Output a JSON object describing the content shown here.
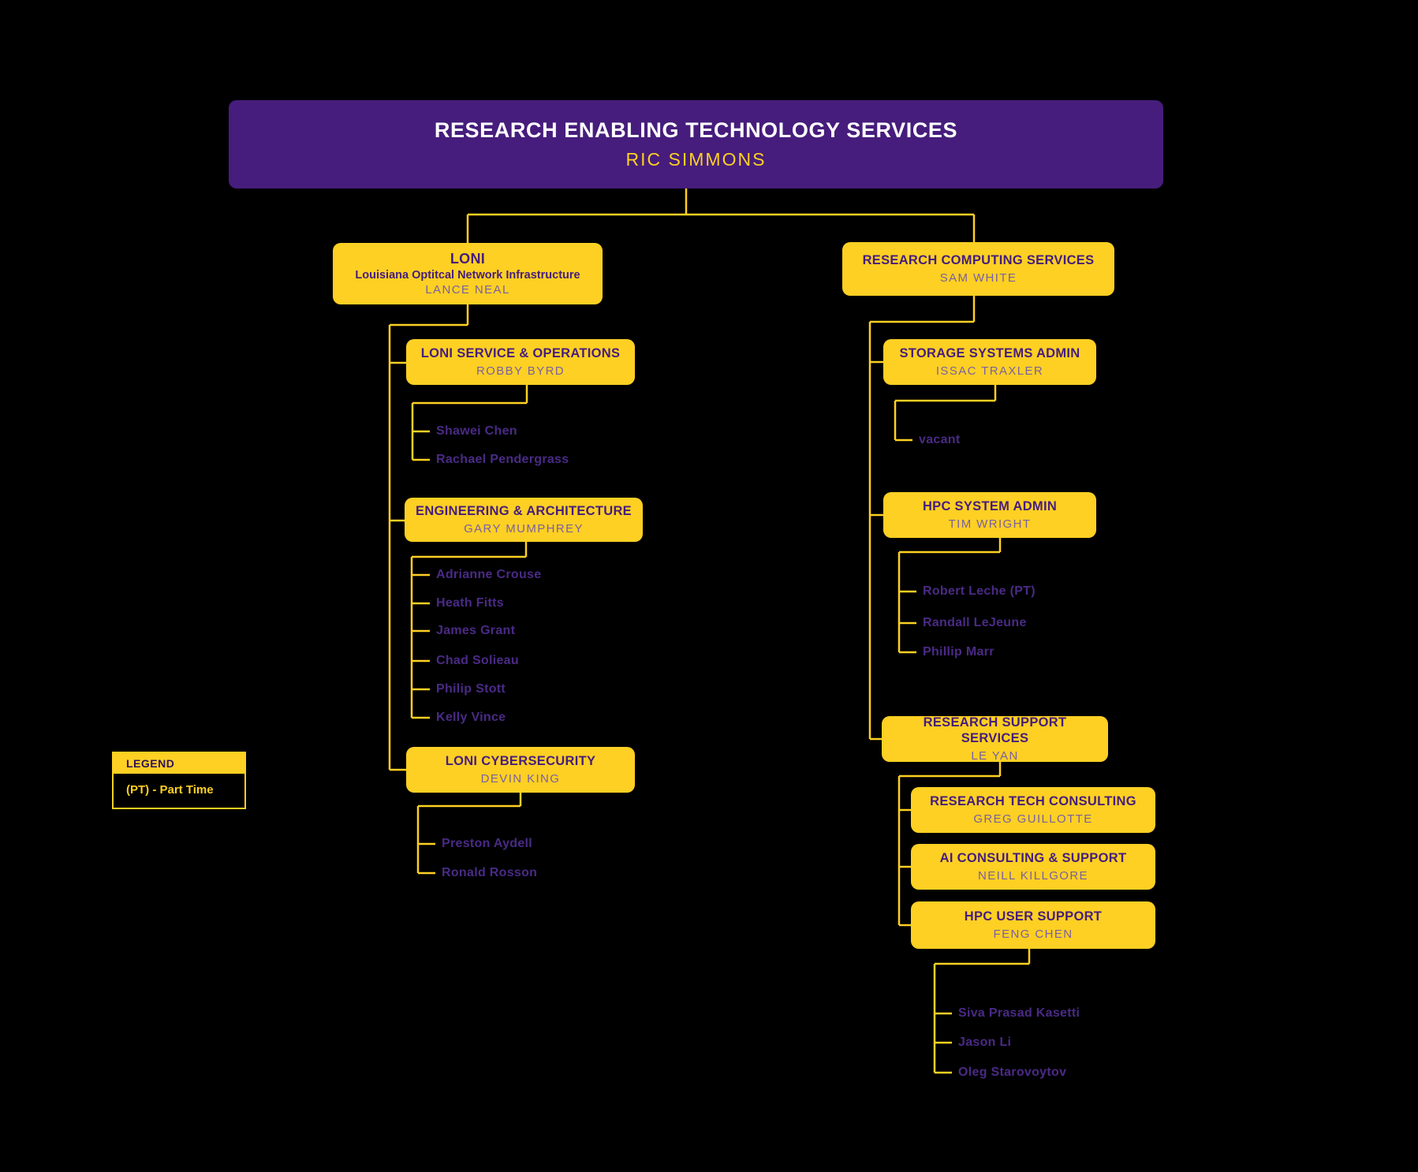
{
  "root": {
    "title": "RESEARCH ENABLING TECHNOLOGY SERVICES",
    "name": "RIC SIMMONS"
  },
  "legend": {
    "title": "LEGEND",
    "entry": "(PT) - Part Time"
  },
  "left_branch": {
    "dept": {
      "title": "LONI",
      "subtitle": "Louisiana Optitcal Network Infrastructure",
      "name": "LANCE NEAL"
    },
    "teams": [
      {
        "title": "LONI SERVICE & OPERATIONS",
        "name": "ROBBY BYRD",
        "members": [
          "Shawei Chen",
          "Rachael Pendergrass"
        ]
      },
      {
        "title": "ENGINEERING & ARCHITECTURE",
        "name": "GARY MUMPHREY",
        "members": [
          "Adrianne Crouse",
          "Heath Fitts",
          "James Grant",
          "Chad Solieau",
          "Philip Stott",
          "Kelly Vince"
        ]
      },
      {
        "title": "LONI CYBERSECURITY",
        "name": "DEVIN KING",
        "members": [
          "Preston Aydell",
          "Ronald Rosson"
        ]
      }
    ]
  },
  "right_branch": {
    "dept": {
      "title": "RESEARCH COMPUTING SERVICES",
      "name": "SAM WHITE"
    },
    "teams": [
      {
        "title": "STORAGE SYSTEMS ADMIN",
        "name": "ISSAC TRAXLER",
        "members": [
          "vacant"
        ]
      },
      {
        "title": "HPC SYSTEM ADMIN",
        "name": "TIM WRIGHT",
        "members": [
          "Robert Leche (PT)",
          "Randall LeJeune",
          "Phillip Marr"
        ]
      },
      {
        "title": "RESEARCH SUPPORT SERVICES",
        "name": "LE YAN",
        "members": []
      },
      {
        "title": "RESEARCH TECH CONSULTING",
        "name": "GREG GUILLOTTE",
        "members": []
      },
      {
        "title": "AI CONSULTING & SUPPORT",
        "name": "NEILL KILLGORE",
        "members": []
      },
      {
        "title": "HPC USER SUPPORT",
        "name": "FENG CHEN",
        "members": [
          "Siva Prasad Kasetti",
          "Jason Li",
          "Oleg Starovoytov"
        ]
      }
    ]
  },
  "colors": {
    "background": "#000000",
    "brand_purple": "#461D7C",
    "brand_gold": "#FDD023",
    "box_person_text": "#7A5FA4",
    "leaf_text": "#4A2A86"
  }
}
